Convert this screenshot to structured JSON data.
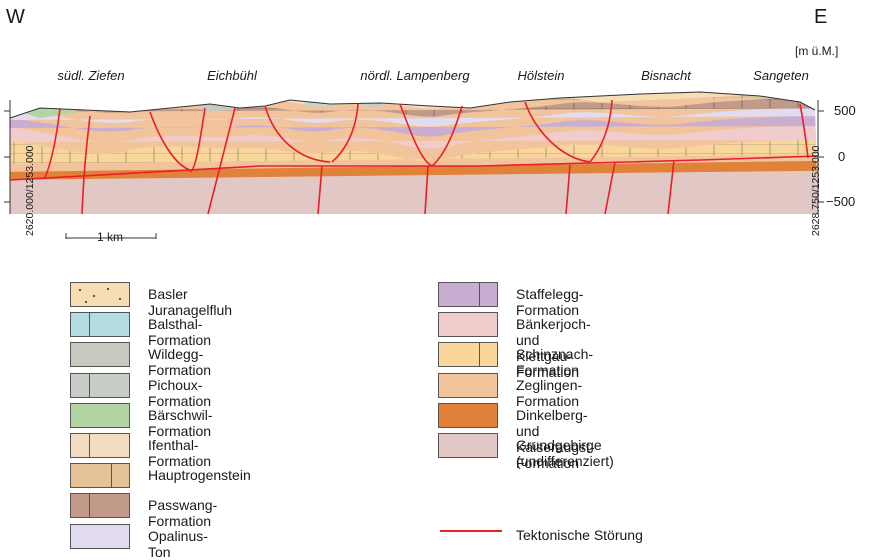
{
  "header": {
    "west": "W",
    "east": "E",
    "unit": "[m ü.M.]"
  },
  "localities": [
    {
      "label": "südl. Ziefen"
    },
    {
      "label": "Eichbühl"
    },
    {
      "label": "nördl. Lampenberg"
    },
    {
      "label": "Hölstein"
    },
    {
      "label": "Bisnacht"
    },
    {
      "label": "Sangeten"
    }
  ],
  "elevations": [
    "500",
    "0",
    "−500"
  ],
  "coordinates": {
    "west": "2620.000/1253.000",
    "east": "2628.750/1253.000"
  },
  "scale_bar": {
    "label": "1 km"
  },
  "colors": {
    "fault": "#e8202a",
    "basement": "#e2c8c4",
    "dinkelberg": "#e0823a",
    "zeglingen": "#f2c49c",
    "schinznach": "#f8d69c",
    "baenkerjoch": "#f0cccc",
    "staffelegg": "#c9aed2",
    "opalinus": "#e3dbef",
    "passwang": "#c19a8a",
    "hauptrogenstein": "#e6c396",
    "ifenthal": "#f4dcc2",
    "baerschwil": "#b5d4a4",
    "pichoux": "#c9cdc8",
    "wildegg": "#c9c9c0",
    "balsthal": "#b4dde3",
    "juranagelfluh": "#f8dcb4"
  },
  "legend_left": [
    {
      "label": "Basler Juranagelfluh",
      "color": "#f8dcb4",
      "pattern": "dots"
    },
    {
      "label": "Balsthal-Formation",
      "color": "#b4dde3",
      "pattern": "brick"
    },
    {
      "label": "Wildegg-Formation",
      "color": "#c9c9c0",
      "pattern": "none"
    },
    {
      "label": "Pichoux-Formation",
      "color": "#c9cdc8",
      "pattern": "brick"
    },
    {
      "label": "Bärschwil-Formation",
      "color": "#b5d4a4",
      "pattern": "none"
    },
    {
      "label": "Ifenthal-Formation",
      "color": "#f4dcc2",
      "pattern": "brick"
    },
    {
      "label": "Hauptrogenstein",
      "color": "#e6c396",
      "pattern": "brick"
    },
    {
      "label": "Passwang-Formation",
      "color": "#c19a8a",
      "pattern": "brick"
    },
    {
      "label": "Opalinus-Ton",
      "color": "#e3dbef",
      "pattern": "none"
    }
  ],
  "legend_right": [
    {
      "label": "Staffelegg-Formation",
      "color": "#c9aed2",
      "pattern": "brick"
    },
    {
      "label": "Bänkerjoch- und Klettgau-Formation",
      "color": "#f0cccc",
      "pattern": "none"
    },
    {
      "label": "Schinznach-Formation",
      "color": "#f8d69c",
      "pattern": "brick"
    },
    {
      "label": "Zeglingen-Formation",
      "color": "#f2c49c",
      "pattern": "none"
    },
    {
      "label": "Dinkelberg- und Kaiseraugst-Formation",
      "color": "#e0823a",
      "pattern": "none"
    },
    {
      "label": "Grundgebirge (undifferenziert)",
      "color": "#e2c8c4",
      "pattern": "none"
    }
  ],
  "fault_legend": {
    "label": "Tektonische Störung",
    "color": "#e8202a"
  }
}
